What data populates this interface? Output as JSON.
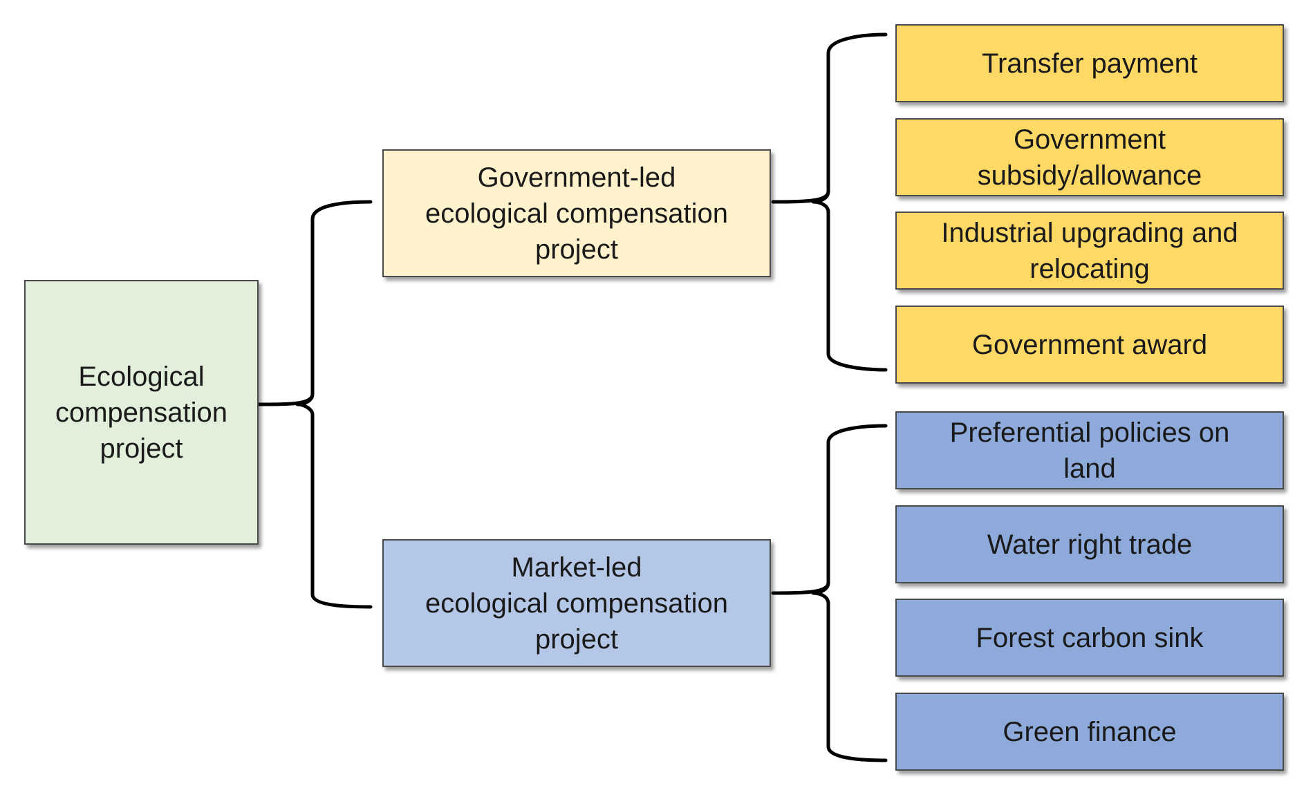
{
  "colors": {
    "root_fill": "#e2efda",
    "gov_branch_fill": "#fff2cc",
    "gov_leaf_fill": "#ffd966",
    "market_branch_fill": "#b4c7e7",
    "market_leaf_fill": "#8eaadb",
    "border": "#4a4a4a",
    "connector": "#000000"
  },
  "root": {
    "label": "Ecological\ncompensation\nproject"
  },
  "branches": [
    {
      "label": "Government-led\necological compensation\nproject",
      "leaves": [
        "Transfer payment",
        "Government\nsubsidy/allowance",
        "Industrial upgrading and\nrelocating",
        "Government award"
      ]
    },
    {
      "label": "Market-led\necological compensation\nproject",
      "leaves": [
        "Preferential policies on\nland",
        "Water right trade",
        "Forest carbon sink",
        "Green finance"
      ]
    }
  ]
}
